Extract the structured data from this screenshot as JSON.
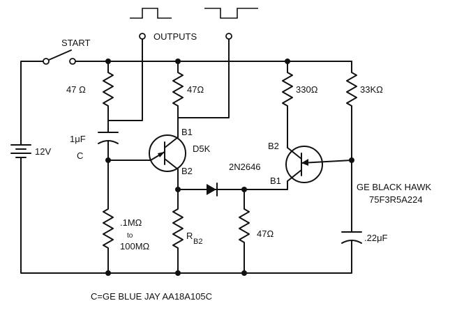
{
  "labels": {
    "start": "START",
    "outputs": "OUTPUTS",
    "battery": "12V",
    "r1": "47 Ω",
    "r2": "47Ω",
    "r3": "330Ω",
    "r4": "33KΩ",
    "cap1_value": "1μF",
    "cap1_name": "C",
    "q1_b1": "B1",
    "q1_part": "D5K",
    "q1_b2": "B2",
    "q2_b2": "B2",
    "q2_part": "2N2646",
    "q2_b1": "B1",
    "cap2_part_line1": "GE BLACK HAWK",
    "cap2_part_line2": "75F3R5A224",
    "r5_line1": ".1MΩ",
    "r5_line2": "to",
    "r5_line3": "100MΩ",
    "rb2_main": "R",
    "rb2_sub": "B2",
    "r6": "47Ω",
    "cap2": ".22μF",
    "footnote": "C=GE BLUE JAY AA18A105C"
  }
}
